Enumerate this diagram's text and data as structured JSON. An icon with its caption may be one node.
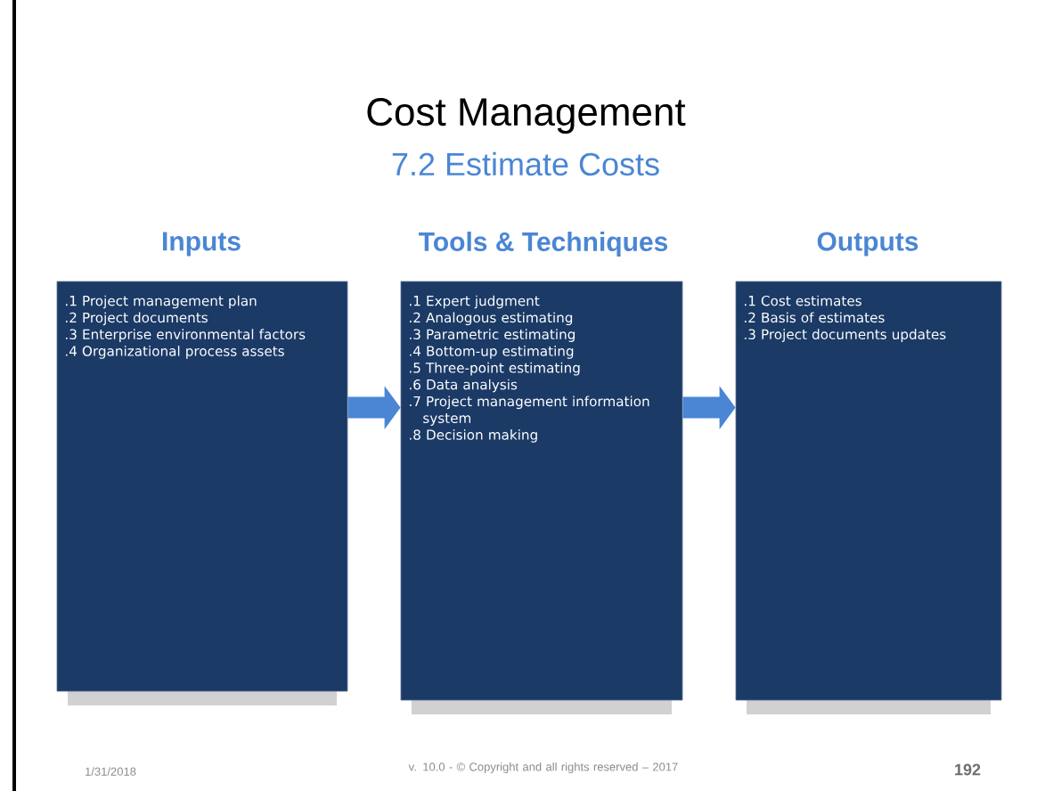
{
  "diagram": {
    "title": "Cost Management",
    "nodes": [
      {
        "text": [
          "Inputs",
          ".1 Project management plan",
          ".2 Project documents",
          ".3 Enterprise environmental factors",
          ".4 Organizational process assets"
        ]
      },
      {
        "text": [
          "Tools & Techniques",
          ".1 Expert judgment",
          ".2 Analogous estimating",
          ".3 Parametric estimating",
          ".4 Bottom-up estimating",
          ".5 Three-point estimating",
          ".6 Data analysis",
          ".7 Project management information system",
          ".8 Decision making"
        ]
      },
      {
        "text": [
          "Outputs",
          ".1 Cost estimates",
          ".2 Basis of estimates",
          ".3 Project documents updates"
        ]
      }
    ],
    "edges": [
      {
        "from": 0,
        "to": 1,
        "arrow": "to"
      },
      {
        "from": 1,
        "to": 2,
        "arrow": "to"
      }
    ],
    "labels": [
      "7.2 Estimate Costs",
      "1/31/2018",
      "v. 10.0 - © Copyright and all rights reserved – 2017",
      "192"
    ]
  }
}
